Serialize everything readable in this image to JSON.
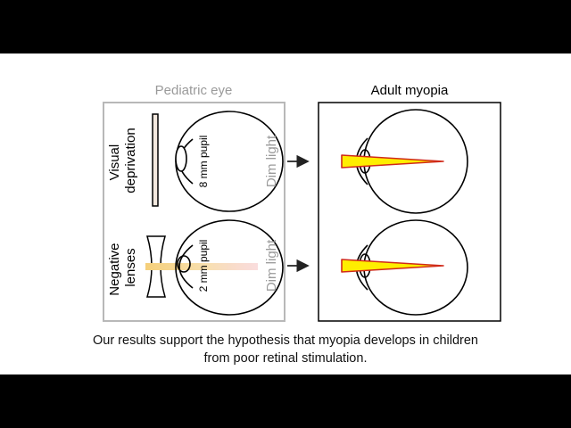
{
  "panels": {
    "left_title": "Pediatric eye",
    "right_title": "Adult myopia"
  },
  "rows": [
    {
      "condition": [
        "Visual",
        "deprivation"
      ],
      "pupil": "8 mm pupil",
      "light": "Dim light"
    },
    {
      "condition": [
        "Negative",
        "lenses"
      ],
      "pupil": "2 mm pupil",
      "light": "Dim light"
    }
  ],
  "caption": {
    "line1": "Our results support the hypothesis that myopia develops in children",
    "line2": "from poor retinal stimulation."
  },
  "colors": {
    "left_frame": "#b8b8b8",
    "muted_text": "#9a9a9a",
    "beam_fill": "#ffee00",
    "beam_stroke": "#d02a1a",
    "pale_beam": "#f7dc9a",
    "occluder_fill": "#f3e9df"
  }
}
